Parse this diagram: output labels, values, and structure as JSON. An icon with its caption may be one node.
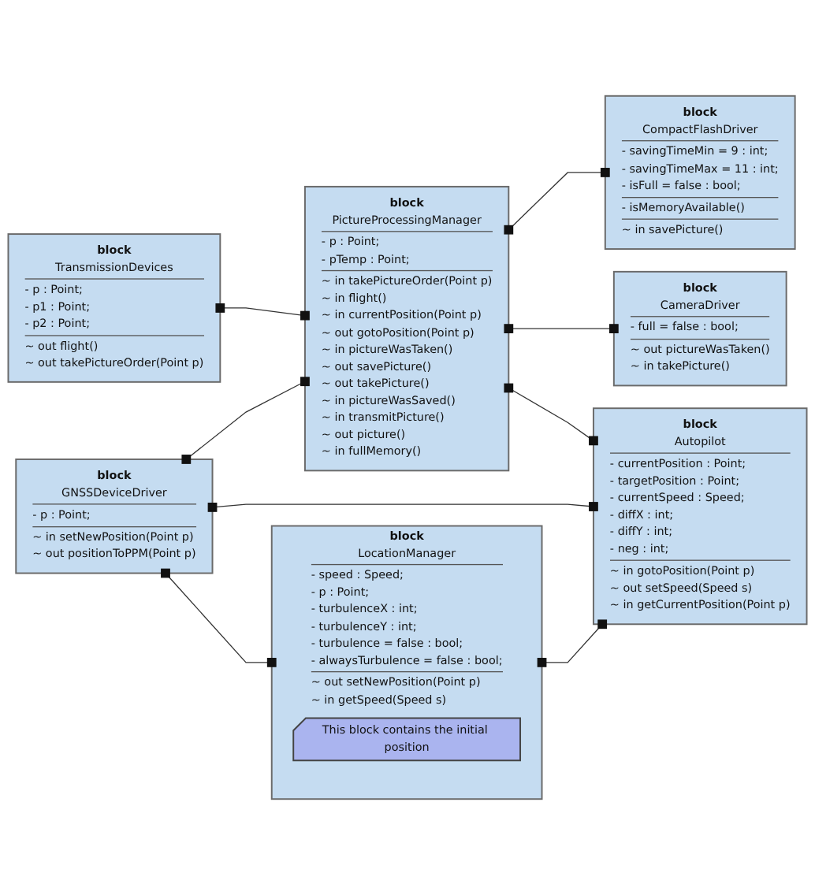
{
  "diagram": {
    "nodes": [
      {
        "text": [
          "block",
          "CompactFlashDriver",
          "- savingTimeMin = 9 : int;",
          "- savingTimeMax = 11 : int;",
          "- isFull = false : bool;",
          "- isMemoryAvailable()",
          "~ in savePicture()"
        ]
      },
      {
        "text": [
          "block",
          "CameraDriver",
          "- full = false : bool;",
          "~ out pictureWasTaken()",
          "~ in takePicture()"
        ]
      },
      {
        "text": [
          "block",
          "TransmissionDevices",
          "- p : Point;",
          "- p1 : Point;",
          "- p2 : Point;",
          "~ out flight()",
          "~ out takePictureOrder(Point p)"
        ]
      },
      {
        "text": [
          "block",
          "PictureProcessingManager",
          "- p : Point;",
          "- pTemp : Point;",
          "~ in takePictureOrder(Point p)",
          "~ in flight()",
          "~ in currentPosition(Point p)",
          "~ out gotoPosition(Point p)",
          "~ in pictureWasTaken()",
          "~ out savePicture()",
          "~ out takePicture()",
          "~ in pictureWasSaved()",
          "~ in transmitPicture()",
          "~ out picture()",
          "~ in fullMemory()"
        ]
      },
      {
        "text": [
          "block",
          "Autopilot",
          "- currentPosition : Point;",
          "- targetPosition : Point;",
          "- currentSpeed : Speed;",
          "- diffX : int;",
          "- diffY : int;",
          "- neg : int;",
          "~ in gotoPosition(Point p)",
          "~ out setSpeed(Speed s)",
          "~ in getCurrentPosition(Point p)"
        ]
      },
      {
        "text": [
          "block",
          "GNSSDeviceDriver",
          "- p : Point;",
          "~ in setNewPosition(Point p)",
          "~ out positionToPPM(Point p)"
        ]
      },
      {
        "text": [
          "block",
          "LocationManager",
          "- speed : Speed;",
          "- p : Point;",
          "- turbulenceX : int;",
          "- turbulenceY : int;",
          "- turbulence = false : bool;",
          "- alwaysTurbulence = false : bool;",
          "~ out setNewPosition(Point p)",
          "~ in getSpeed(Speed s)"
        ]
      },
      {
        "text": [
          "This block contains the initial position"
        ],
        "in": 6
      }
    ],
    "edges": [
      {
        "from": 3,
        "to": 0,
        "arrow": "other"
      },
      {
        "from": 2,
        "to": 3,
        "arrow": "other"
      },
      {
        "from": 3,
        "to": 1,
        "arrow": "other"
      },
      {
        "from": 5,
        "to": 3,
        "arrow": "other"
      },
      {
        "from": 3,
        "to": 4,
        "arrow": "other"
      },
      {
        "from": 5,
        "to": 4,
        "arrow": "other"
      },
      {
        "from": 5,
        "to": 6,
        "arrow": "other"
      },
      {
        "from": 6,
        "to": 4,
        "arrow": "other"
      }
    ]
  }
}
